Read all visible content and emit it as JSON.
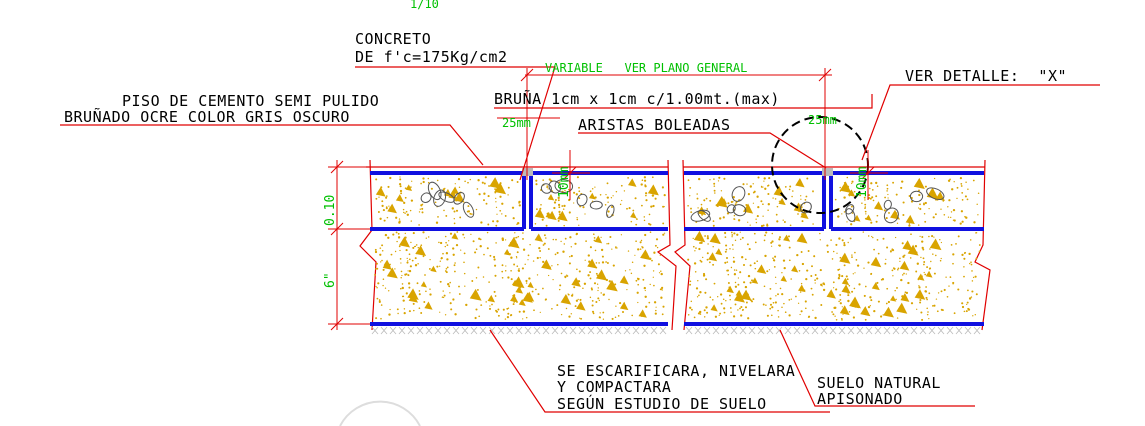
{
  "colors": {
    "slab_line": "#1010e0",
    "leader": "#e00000",
    "dimension": "#00c000",
    "aggregate": "#d9a400",
    "text": "#000000"
  },
  "labels": {
    "top_fragment": "1/10",
    "concreto_line1": "CONCRETO",
    "concreto_line2": "DE f'c=175Kg/cm2",
    "piso_line1": "PISO DE CEMENTO SEMI PULIDO",
    "piso_line2": "BRUÑADO OCRE COLOR GRIS OSCURO",
    "bruna": "BRUÑA 1cm x 1cm c/1.00mt.(max)",
    "aristas": "ARISTAS BOLEADAS",
    "ver_detalle": "VER DETALLE:  \"X\"",
    "escarificara_line1": "SE ESCARIFICARA, NIVELARA",
    "escarificara_line2": "Y COMPACTARA",
    "escarificara_line3": "SEGÚN ESTUDIO DE SUELO",
    "suelo_line1": "SUELO NATURAL",
    "suelo_line2": "APISONADO"
  },
  "dimensions": {
    "variable": "VARIABLE   VER PLANO GENERAL",
    "joint_25_left": "25mm",
    "joint_25_right": "25mm",
    "depth_10_left": "10mm",
    "depth_10_right": "10mm",
    "slab_thickness": "0.10",
    "base_thickness": "6\""
  }
}
